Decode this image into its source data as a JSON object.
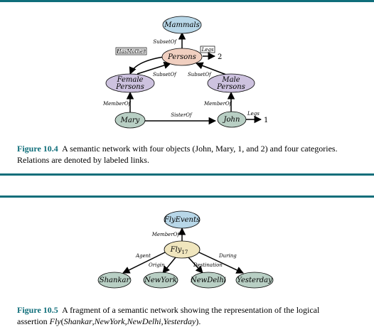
{
  "figure_1": {
    "nodes": {
      "mammals": "Mammals",
      "persons": "Persons",
      "female_line1": "Female",
      "female_line2": "Persons",
      "male_line1": "Male",
      "male_line2": "Persons",
      "mary": "Mary",
      "john": "John"
    },
    "edges": {
      "subset_persons_mammals": "SubsetOf",
      "has_mother": "HasMother",
      "legs_box": "Legs",
      "legs_value": "2",
      "subset_female_persons": "SubsetOf",
      "subset_male_persons": "SubsetOf",
      "memberof_mary": "MemberOf",
      "memberof_john": "MemberOf",
      "sister_of": "SisterOf",
      "john_legs": "Legs",
      "john_legs_value": "1"
    },
    "caption": {
      "label": "Figure 10.4",
      "text_line1": "A semantic network with four objects (John, Mary, 1, and 2) and four categories.",
      "text_line2": "Relations are denoted by labeled links."
    }
  },
  "figure_2": {
    "nodes": {
      "flyevents": "FlyEvents",
      "fly_base": "Fly",
      "fly_sub": "17",
      "shankar": "Shankar",
      "newyork": "NewYork",
      "newdelhi": "NewDelhi",
      "yesterday": "Yesterday"
    },
    "edges": {
      "memberof": "MemberOf",
      "agent": "Agent",
      "origin": "Origin",
      "destination": "Destination",
      "during": "During"
    },
    "caption": {
      "label": "Figure 10.5",
      "text_a": "A fragment of a semantic network showing the representation of the logical",
      "text_b_prefix": "assertion ",
      "fly": "Fly",
      "open": "(",
      "arg1": "Shankar",
      "arg2": "NewYork",
      "arg3": "NewDelhi",
      "arg4": "Yesterday",
      "close": ").",
      "comma": ","
    }
  },
  "colors": {
    "rule": "#0f6e7a",
    "blue_node": "#b8d7e8",
    "peach_node": "#f0cfc0",
    "purple_node": "#cdc2df",
    "green_node": "#b8cfc4",
    "yellow_node": "#f0e6be"
  }
}
